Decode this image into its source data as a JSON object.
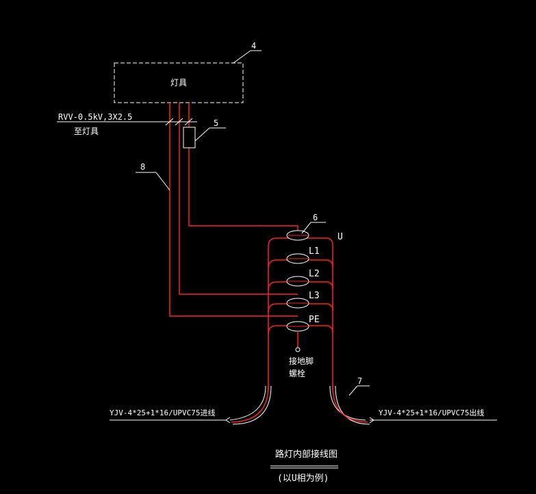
{
  "colors": {
    "background": "#000000",
    "wire": "#ff2020",
    "line": "#ffffff"
  },
  "labels": {
    "fixture": "灯具",
    "cable_spec": "RVV-0.5kV,3X2.5",
    "cable_to": "至灯具",
    "callout_4": "4",
    "callout_5": "5",
    "callout_6": "6",
    "callout_7": "7",
    "callout_8": "8",
    "phase_u": "U",
    "phase_l1": "L1",
    "phase_l2": "L2",
    "phase_l3": "L3",
    "phase_pe": "PE",
    "ground_bolt_1": "接地脚",
    "ground_bolt_2": "螺栓",
    "cable_in": "YJV-4*25+1*16/UPVC75进线",
    "cable_out": "YJV-4*25+1*16/UPVC75出线",
    "title": "路灯内部接线图",
    "subtitle": "(以U相为例)"
  }
}
